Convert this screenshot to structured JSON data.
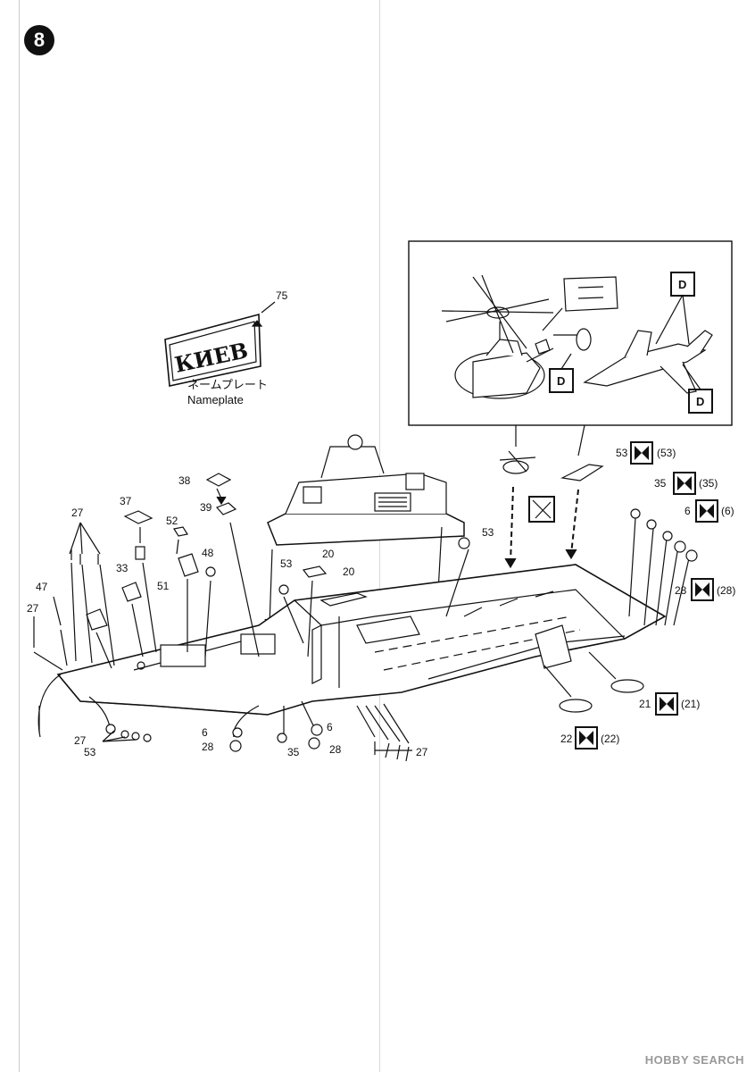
{
  "step": {
    "number": "8"
  },
  "nameplate": {
    "part_number": "75",
    "plate_text": "КИЕВ",
    "label_ja": "ネームプレート",
    "label_en": "Nameplate"
  },
  "inset": {
    "decal_marks": [
      "D",
      "D",
      "D"
    ]
  },
  "decal_labels": [
    {
      "num": "53",
      "paren": "(53)"
    },
    {
      "num": "35",
      "paren": "(35)"
    },
    {
      "num": "6",
      "paren": "(6)"
    },
    {
      "num": "28",
      "paren": "(28)"
    },
    {
      "num": "21",
      "paren": "(21)"
    },
    {
      "num": "22",
      "paren": "(22)"
    }
  ],
  "part_labels": {
    "p38": "38",
    "p39": "39",
    "p37": "37",
    "p52": "52",
    "p48": "48",
    "p51": "51",
    "p33": "33",
    "p27a": "27",
    "p47": "47",
    "p27b": "27",
    "p53a": "53",
    "p20a": "20",
    "p20b": "20",
    "p53b": "53",
    "p6a": "6",
    "p28a": "28",
    "p35a": "35",
    "p6b": "6",
    "p28b": "28",
    "p27c": "27",
    "p53c": "53",
    "p27d": "27"
  },
  "watermark": "HOBBY SEARCH"
}
